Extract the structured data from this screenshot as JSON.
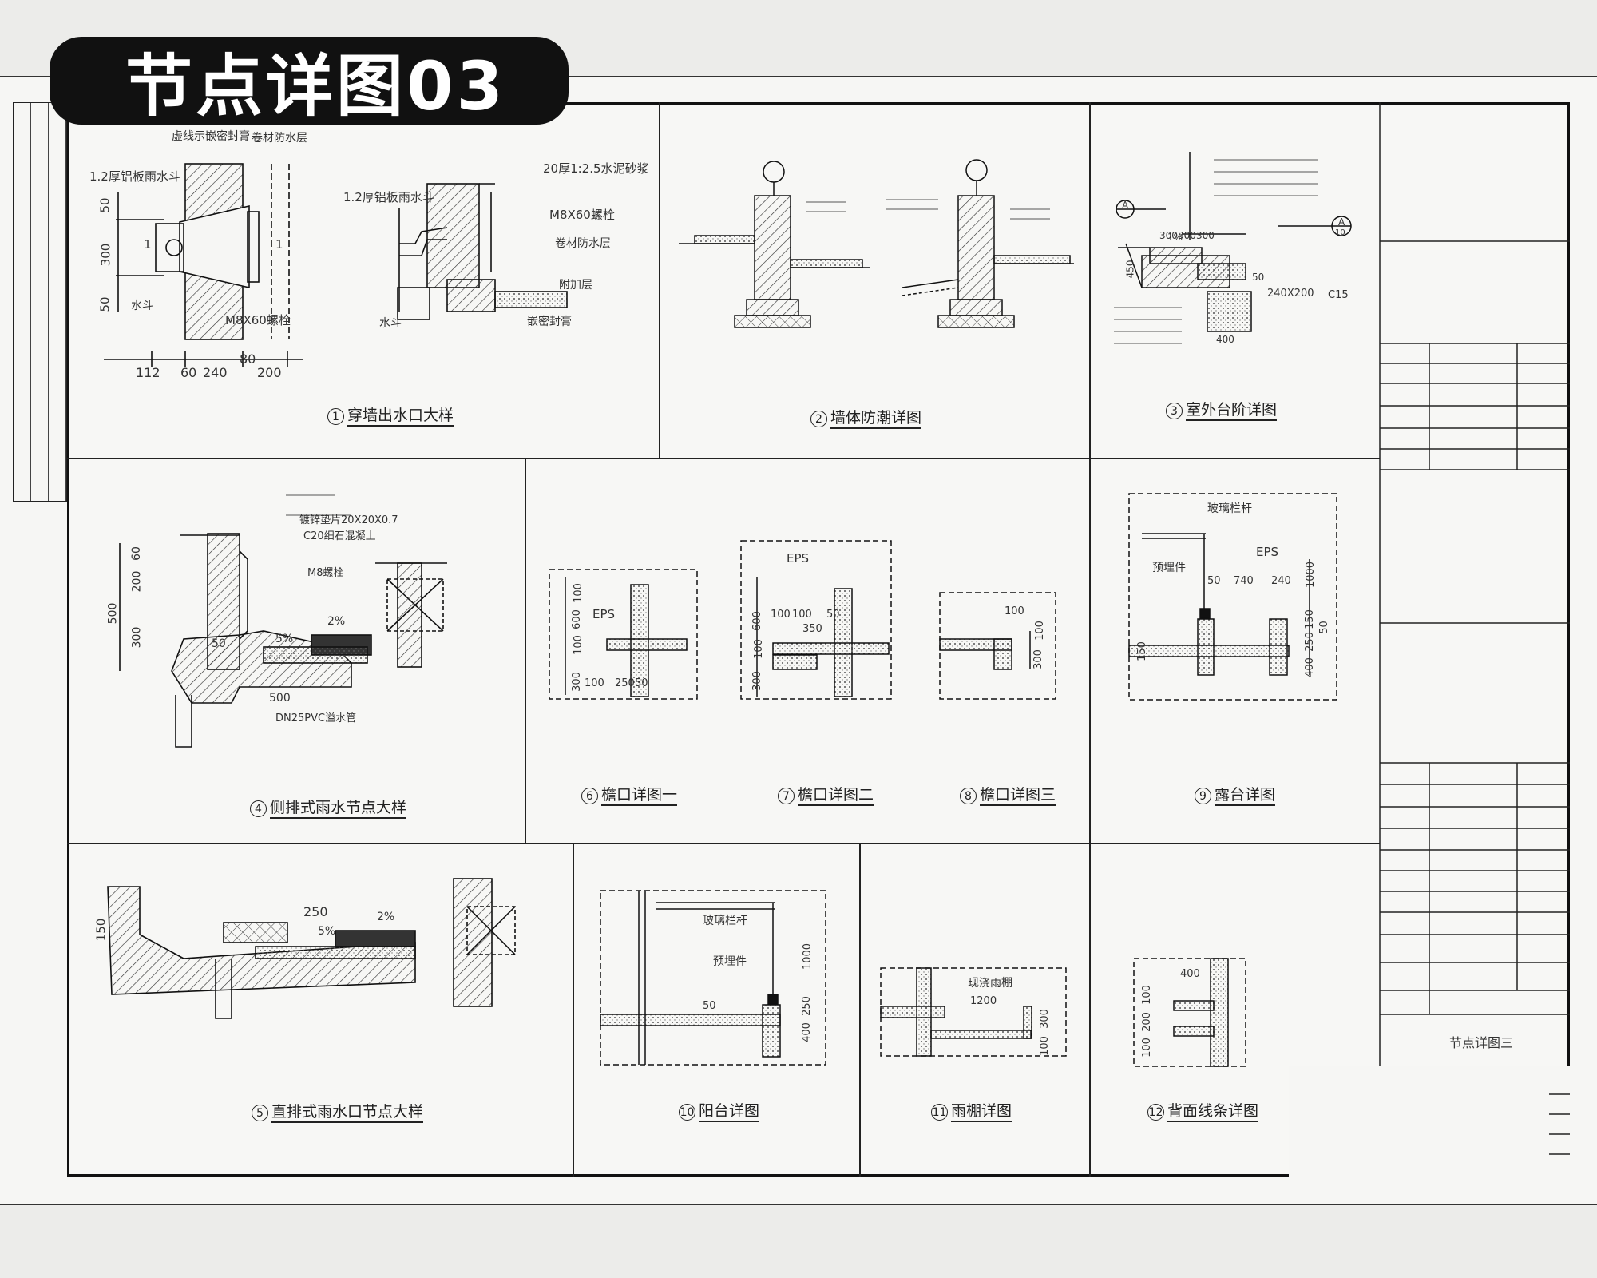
{
  "title": "节点详图03",
  "details": [
    {
      "num": "1",
      "caption": "穿墙出水口大样"
    },
    {
      "num": "2",
      "caption": "墙体防潮详图"
    },
    {
      "num": "3",
      "caption": "室外台阶详图"
    },
    {
      "num": "4",
      "caption": "侧排式雨水节点大样"
    },
    {
      "num": "6",
      "caption": "檐口详图一"
    },
    {
      "num": "7",
      "caption": "檐口详图二"
    },
    {
      "num": "8",
      "caption": "檐口详图三"
    },
    {
      "num": "9",
      "caption": "露台详图"
    },
    {
      "num": "5",
      "caption": "直排式雨水口节点大样"
    },
    {
      "num": "10",
      "caption": "阳台详图"
    },
    {
      "num": "11",
      "caption": "雨棚详图"
    },
    {
      "num": "12",
      "caption": "背面线条详图"
    }
  ],
  "annotations": {
    "d1_a": "虚线示嵌密封膏",
    "d1_b": "卷材防水层",
    "d1_c": "1.2厚铝板雨水斗",
    "d1_d": "M8X60螺栓",
    "d1_e": "水斗",
    "d1_f": "20厚1:2.5水泥砂浆",
    "d1_g": "1.2厚铝板雨水斗",
    "d1_h": "M8X60螺栓",
    "d1_i": "卷材防水层",
    "d1_j": "附加层",
    "d1_k": "嵌密封膏",
    "d1_l": "水斗",
    "d1_dim_50a": "50",
    "d1_dim_300": "300",
    "d1_dim_50b": "50",
    "d1_dim_112": "112",
    "d1_dim_60": "60",
    "d1_dim_240": "240",
    "d1_dim_80": "80",
    "d1_dim_200": "200",
    "d1_dim_L1": "1",
    "d1_dim_L2": "1",
    "d4_a": "镀锌垫片20X20X0.7",
    "d4_b": "C20细石混凝土",
    "d4_c": "M8螺栓",
    "d4_d": "2%",
    "d4_e": "5%",
    "d4_f": "500",
    "d4_g": "DN25PVC溢水管",
    "d4_h": "50",
    "d4_dim_60": "60",
    "d4_dim_200": "200",
    "d4_dim_500": "500",
    "d4_dim_300": "300",
    "d6_eps": "EPS",
    "d6_100a": "100",
    "d6_600": "600",
    "d6_100b": "100",
    "d6_300": "300",
    "d6_100c": "100",
    "d6_250": "250",
    "d6_50": "50",
    "d7_eps": "EPS",
    "d7_100a": "100",
    "d7_100b": "100",
    "d7_50": "50",
    "d7_350": "350",
    "d7_600": "600",
    "d7_100c": "100",
    "d7_300": "300",
    "d8_100a": "100",
    "d8_300": "300",
    "d8_100b": "100",
    "d9_a": "玻璃栏杆",
    "d9_b": "预埋件",
    "d9_eps": "EPS",
    "d9_50": "50",
    "d9_740": "740",
    "d9_240": "240",
    "d9_1000": "1000",
    "d9_150a": "150",
    "d9_250": "250",
    "d9_400": "400",
    "d9_150b": "150",
    "d9_50b": "50",
    "d5_150": "150",
    "d5_250": "250",
    "d5_5pct": "5%",
    "d5_2pct": "2%",
    "d10_a": "玻璃栏杆",
    "d10_b": "预埋件",
    "d10_50": "50",
    "d10_1000": "1000",
    "d10_250": "250",
    "d10_400": "400",
    "d11_a": "现浇雨棚",
    "d11_1200": "1200",
    "d11_300": "300",
    "d11_100": "100",
    "d12_400": "400",
    "d12_100a": "100",
    "d12_200": "200",
    "d12_100b": "100",
    "d3_a": "240X200",
    "d3_b": "C15",
    "d3_dim_300a": "300",
    "d3_dim_300b": "300",
    "d3_dim_300c": "300",
    "d3_dim_450": "450",
    "d3_dim_400": "400",
    "d3_dim_50": "50",
    "d3_dim_1pct": "1%",
    "d3_ref_a": "A",
    "d3_ref_b": "A",
    "d3_ref_c": "10"
  },
  "title_block": {
    "drawing_name": "节点详图三"
  }
}
